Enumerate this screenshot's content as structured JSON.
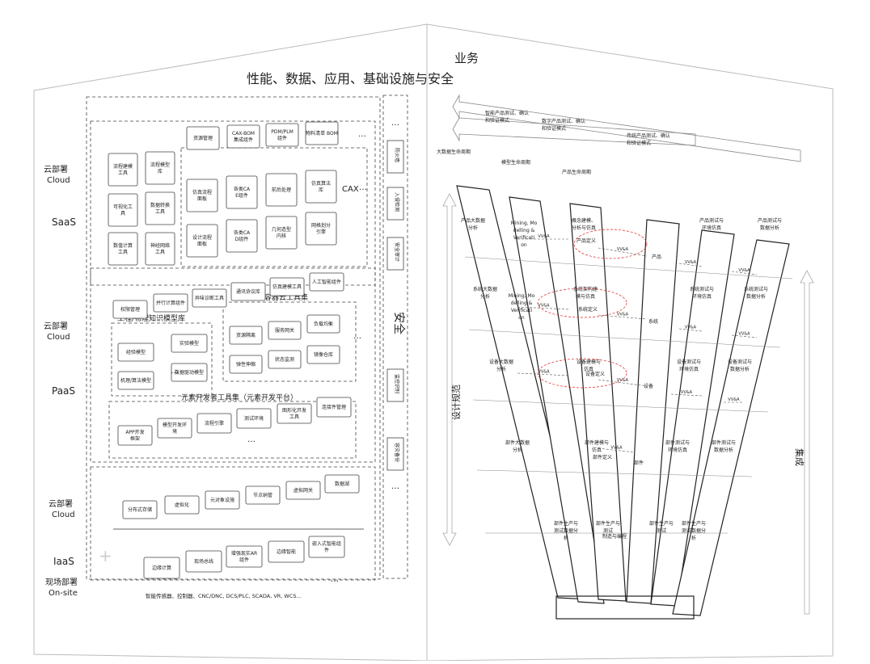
{
  "left_panel": {
    "title": "性能、数据、应用、基础设施与安全",
    "tiers": [
      {
        "deploy_cn": "云部署",
        "deploy_en": "Cloud",
        "name": "SaaS"
      },
      {
        "deploy_cn": "云部署",
        "deploy_en": "Cloud",
        "name": "PaaS"
      },
      {
        "deploy_cn": "云部署",
        "deploy_en": "Cloud",
        "name": "IaaS"
      },
      {
        "deploy_cn": "现场部署",
        "deploy_en": "On-site",
        "name": ""
      }
    ],
    "saas": {
      "top_row": [
        "资源管理",
        "CAX-BOM 集成组件",
        "PDM/PLM 组件",
        "物料清单 BOM",
        "…"
      ],
      "left_col": [
        "流程建模工具",
        "流程模型库",
        "可视化工具",
        "数据转换工具",
        "数值计算工具",
        "神经网络工具"
      ],
      "cax_label": "CAX",
      "cax": [
        "仿真流程面板",
        "各类CAE组件",
        "前后处理",
        "仿真算法库",
        "设计流程面板",
        "各类CAD组件",
        "几何造型内核",
        "网格划分引擎",
        "…"
      ]
    },
    "paas": {
      "top_row": [
        "权限管理",
        "并行计算组件",
        "异味诊断工具",
        "通讯协议库",
        "仿真建模工具",
        "人工智能组件"
      ],
      "kb_label": "工程/物理知识模型库",
      "kb": [
        "经验模型",
        "实验模型",
        "机理/算法模型",
        "数据驱动模型",
        "…"
      ],
      "container_label": "容器云工具集",
      "container": [
        "资源隔离",
        "服务网关",
        "负载均衡",
        "弹性伸缩",
        "状态监测",
        "镜像仓库",
        "…"
      ],
      "dev_label": "元素开发者工具集（元素开发平台）",
      "dev": [
        "APP开发框架",
        "模型开发环境",
        "流程引擎",
        "测试环境",
        "图形化开发工具",
        "连接件管理",
        "…"
      ]
    },
    "iaas": {
      "cloud_row": [
        "分布式存储",
        "虚拟化",
        "元对象设施",
        "节点纳管",
        "虚拟网关",
        "数据湖"
      ],
      "onsite_row": [
        "边缘计算",
        "现场总线",
        "增强现实AR组件",
        "边缘智能",
        "嵌入式智能组件",
        "…"
      ],
      "devices": "智能传感器、控制器、CNC/DNC, DCS/PLC, SCADA, VR, WCS…"
    },
    "side_column": [
      "…",
      "防火墙",
      "入侵检测",
      "安全审计",
      "安全",
      "监控识别",
      "容灾备份",
      "…"
    ]
  },
  "right_panel": {
    "title": "业务",
    "top_arrows": [
      "智能产品测试、确认和验证模式",
      "数字产品测试、确认和验证模式",
      "传统产品测试、确认和验证模式"
    ],
    "lifecycle_labels": [
      "大数据生命周期",
      "模型生命周期",
      "产品生命周期"
    ],
    "left_axis": "设计规范",
    "right_axis": "集成",
    "strips": [
      [
        "产品大数据分析",
        "系统大数据分析",
        "设备大数据分析",
        "部件大数据分析",
        "部件生产与测试数据分析"
      ],
      [
        "Mining, Modelling & Verification",
        "Mining, Modelling & Verification"
      ],
      [
        "概念建模、分析与仿真",
        "系统架构建模与仿真",
        "设备建模与仿真",
        "部件建模与仿真",
        "部件生产与测试"
      ],
      [
        "产品定义",
        "系统定义",
        "设备定义",
        "部件定义",
        "制造与编程"
      ],
      [
        "产品",
        "系统",
        "设备",
        "部件"
      ],
      [
        "产品测试与环境仿真",
        "系统测试与环境仿真",
        "设备测试与环境仿真",
        "部件测试与环境仿真",
        "部件生产与测试"
      ],
      [
        "产品测试与数据分析",
        "系统测试与数据分析",
        "设备测试与数据分析",
        "部件测试与数据分析",
        "部件生产与测试数据分析"
      ]
    ],
    "link_label": "VV&A"
  },
  "colors": {
    "line": "#444444",
    "accent_red": "#dd2222",
    "bg": "#ffffff"
  }
}
